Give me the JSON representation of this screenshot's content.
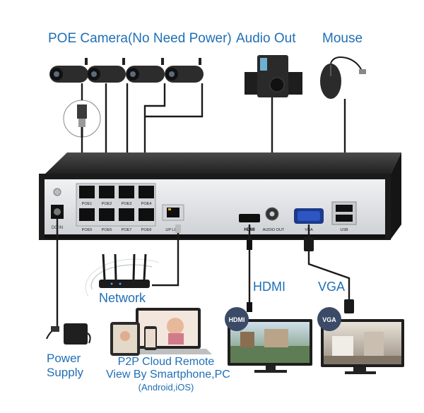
{
  "labels": {
    "poe_camera": "POE Camera(No Need Power)",
    "audio_out": "Audio Out",
    "mouse": "Mouse",
    "network": "Network",
    "hdmi": "HDMI",
    "vga": "VGA",
    "power_supply_line1": "Power",
    "power_supply_line2": "Supply",
    "p2p_line1": "P2P Cloud Remote",
    "p2p_line2": "View By Smartphone,PC",
    "p2p_line3": "(Android,iOS)"
  },
  "nvr": {
    "ports_top": [
      "POE1",
      "POE2",
      "POE3",
      "POE4"
    ],
    "ports_bottom": [
      "POE5",
      "POE6",
      "POE7",
      "POE8"
    ],
    "dc_in": "DC IN",
    "uplink": "UP LINK",
    "hdmi_port": "HDMI",
    "audio_port": "AUDIO OUT",
    "vga_port": "VGA",
    "usb_port": "USB"
  },
  "monitors": {
    "hdmi_badge": "HDMI",
    "vga_badge": "VGA"
  },
  "colors": {
    "label_blue": "#1f6fb5",
    "cable": "#1a1a1a",
    "nvr_body": "#2b2b2b",
    "nvr_panel": "#e3e5e8",
    "badge_fill": "#3b4a66"
  }
}
